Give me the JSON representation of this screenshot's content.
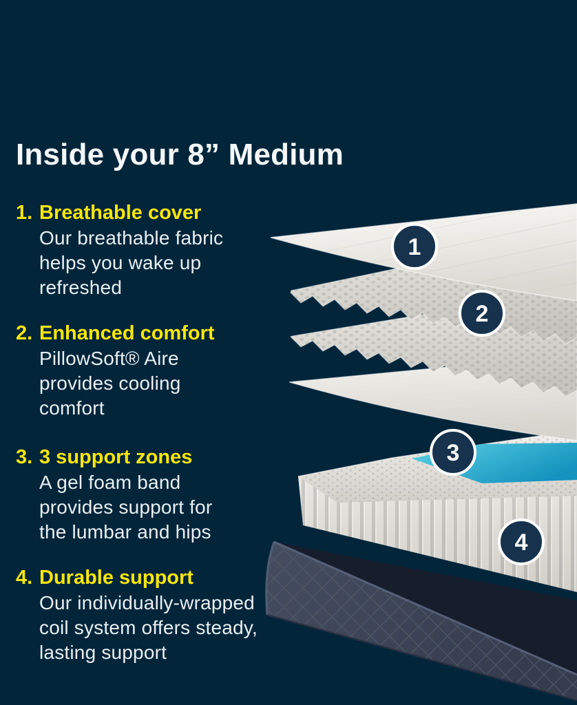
{
  "colors": {
    "background": "#03253a",
    "accent_yellow": "#f6e60e",
    "text_white": "#e9eff3",
    "badge_navy": "#16324d",
    "gel_teal": "#2eb9dc",
    "base_navy": "#3b4355"
  },
  "title": "Inside your 8” Medium",
  "items": [
    {
      "number": "1.",
      "heading": "Breathable cover",
      "body": "Our breathable fabric\nhelps you wake up\nrefreshed"
    },
    {
      "number": "2.",
      "heading": "Enhanced comfort",
      "body": "PillowSoft® Aire\nprovides cooling\ncomfort"
    },
    {
      "number": "3.",
      "heading": "3 support zones",
      "body": "A gel foam band\nprovides support for\nthe lumbar and hips"
    },
    {
      "number": "4.",
      "heading": "Durable support",
      "body": "Our individually-wrapped\ncoil system offers steady,\nlasting support"
    }
  ],
  "diagram": {
    "badges": [
      "1",
      "2",
      "3",
      "4"
    ]
  }
}
